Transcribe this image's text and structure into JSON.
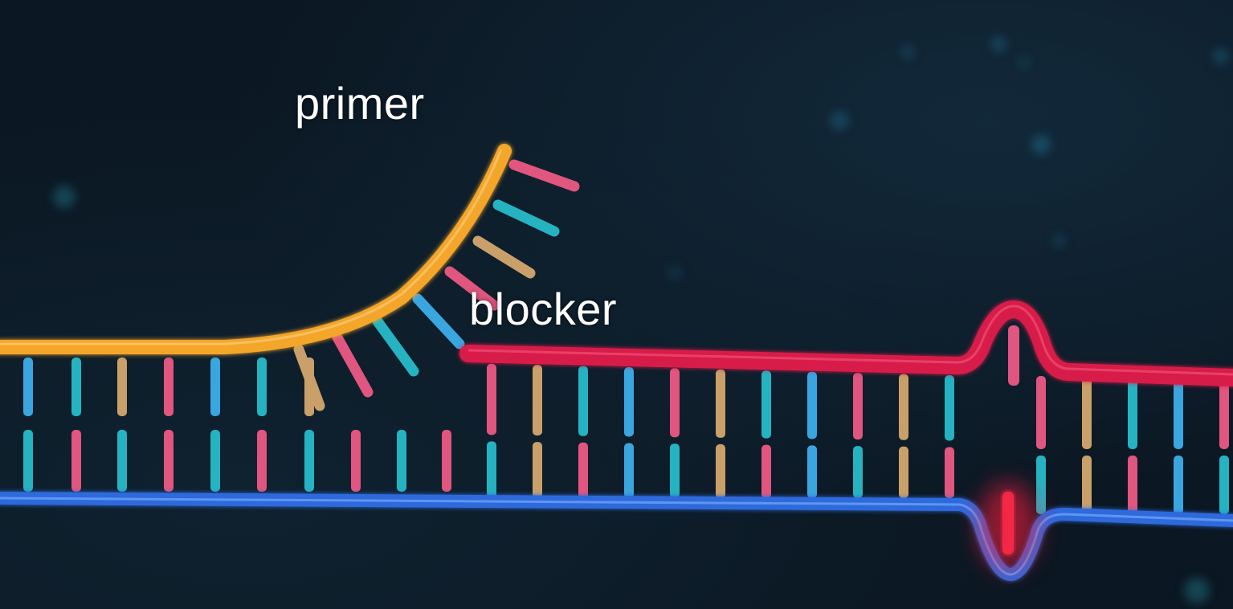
{
  "labels": {
    "primer": "primer",
    "blocker": "blocker"
  },
  "colors": {
    "background": "#0b1722",
    "primer_strand": "#f4a62a",
    "blocker_strand": "#d81e4a",
    "template_strand": "#2e6bdc",
    "mismatch_glow": "#ff1f3d",
    "base_cyan": "#25b3c2",
    "base_blue": "#3aa6e0",
    "base_pink": "#e0567e",
    "base_tan": "#c9a06a"
  },
  "icons": [
    "dna-primer-strand",
    "dna-blocker-strand",
    "dna-template-strand",
    "mismatch-glow"
  ]
}
